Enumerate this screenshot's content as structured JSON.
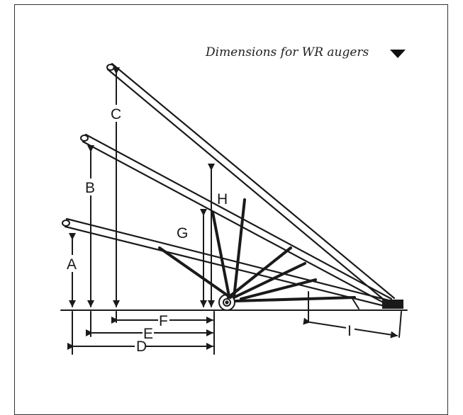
{
  "caption": {
    "text": "Dimensions for WR augers",
    "icon": "triangle-down-icon"
  },
  "labels": {
    "A": "A",
    "B": "B",
    "C": "C",
    "D": "D",
    "E": "E",
    "F": "F",
    "G": "G",
    "H": "H",
    "I": "I"
  },
  "colors": {
    "ink": "#1a1a1a",
    "frame": "#333333"
  }
}
